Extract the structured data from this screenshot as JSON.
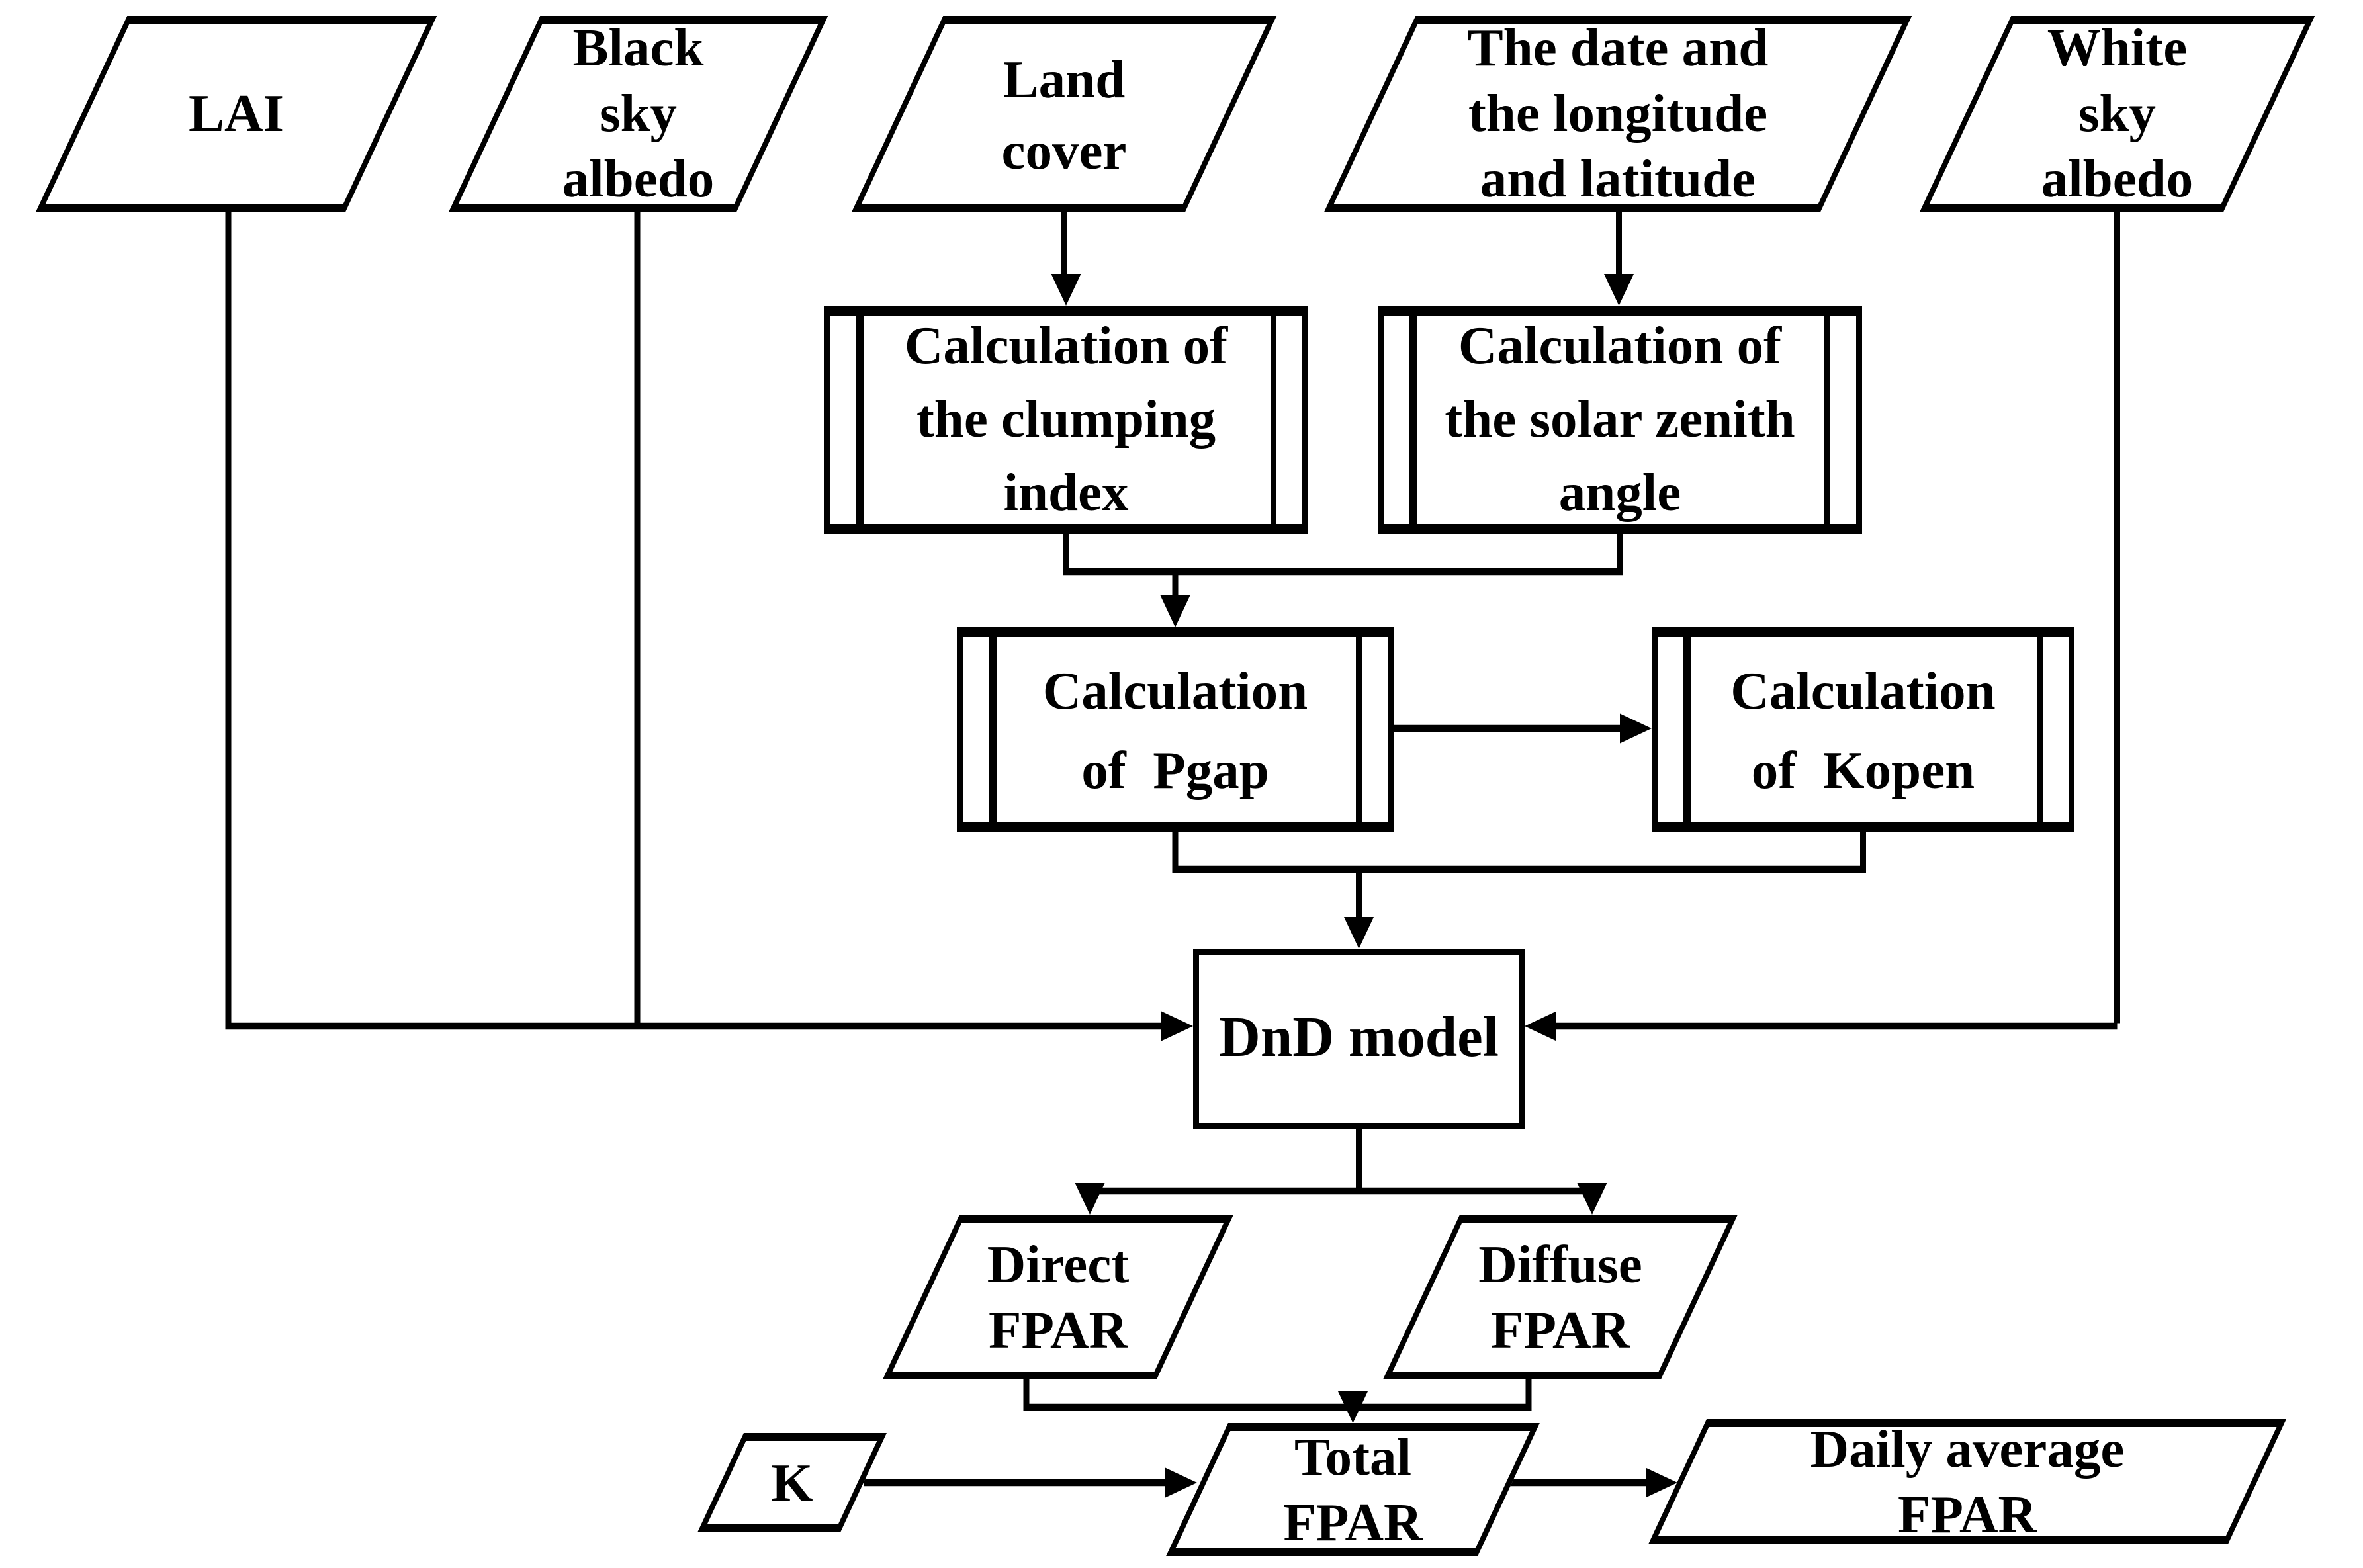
{
  "colors": {
    "ink": "#000000",
    "paper": "#ffffff"
  },
  "nodes": {
    "lai": {
      "type": "input-parallelogram",
      "lines": [
        "LAI"
      ]
    },
    "black_sky_albedo": {
      "type": "input-parallelogram",
      "lines": [
        "Black",
        "sky",
        "albedo"
      ]
    },
    "land_cover": {
      "type": "input-parallelogram",
      "lines": [
        "Land",
        "cover"
      ]
    },
    "date_longitude_latitude": {
      "type": "input-parallelogram",
      "lines": [
        "The date and",
        "the longitude",
        "and latitude"
      ]
    },
    "white_sky_albedo": {
      "type": "input-parallelogram",
      "lines": [
        "White",
        "sky",
        "albedo"
      ]
    },
    "clumping_index": {
      "type": "predefined-process",
      "lines": [
        "Calculation of",
        "the clumping",
        "index"
      ]
    },
    "solar_zenith_angle": {
      "type": "predefined-process",
      "lines": [
        "Calculation of",
        "the solar zenith",
        "angle"
      ]
    },
    "pgap": {
      "type": "predefined-process",
      "lines": [
        "Calculation",
        "of  Pgap"
      ]
    },
    "kopen": {
      "type": "predefined-process",
      "lines": [
        "Calculation",
        "of  Kopen"
      ]
    },
    "dnd_model": {
      "type": "process-rectangle",
      "lines": [
        "DnD model"
      ]
    },
    "direct_fpar": {
      "type": "output-parallelogram",
      "lines": [
        "Direct",
        "FPAR"
      ]
    },
    "diffuse_fpar": {
      "type": "output-parallelogram",
      "lines": [
        "Diffuse",
        "FPAR"
      ]
    },
    "k": {
      "type": "input-parallelogram",
      "lines": [
        "K"
      ]
    },
    "total_fpar": {
      "type": "output-parallelogram",
      "lines": [
        "Total",
        "FPAR"
      ]
    },
    "daily_average_fpar": {
      "type": "output-parallelogram",
      "lines": [
        "Daily average",
        "FPAR"
      ]
    }
  },
  "edges": [
    {
      "from": "land_cover",
      "to": "clumping_index"
    },
    {
      "from": "date_longitude_latitude",
      "to": "solar_zenith_angle"
    },
    {
      "from": "clumping_index",
      "to": "pgap"
    },
    {
      "from": "solar_zenith_angle",
      "to": "pgap"
    },
    {
      "from": "pgap",
      "to": "kopen"
    },
    {
      "from": "pgap",
      "to": "dnd_model"
    },
    {
      "from": "kopen",
      "to": "dnd_model"
    },
    {
      "from": "lai",
      "to": "dnd_model"
    },
    {
      "from": "black_sky_albedo",
      "to": "dnd_model"
    },
    {
      "from": "white_sky_albedo",
      "to": "dnd_model"
    },
    {
      "from": "dnd_model",
      "to": "direct_fpar"
    },
    {
      "from": "dnd_model",
      "to": "diffuse_fpar"
    },
    {
      "from": "direct_fpar",
      "to": "total_fpar"
    },
    {
      "from": "diffuse_fpar",
      "to": "total_fpar"
    },
    {
      "from": "k",
      "to": "total_fpar"
    },
    {
      "from": "total_fpar",
      "to": "daily_average_fpar"
    }
  ]
}
